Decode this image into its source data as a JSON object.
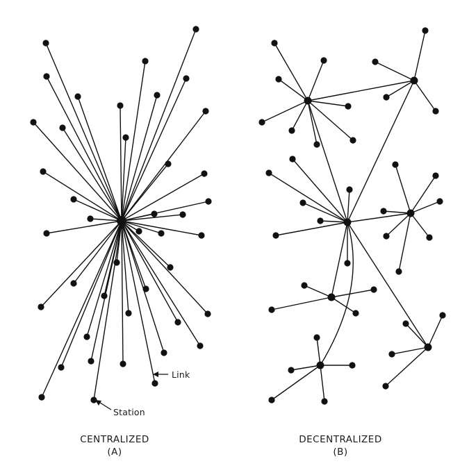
{
  "panels": [
    {
      "id": "A",
      "title": "CENTRALIZED",
      "letter": "(A)"
    },
    {
      "id": "B",
      "title": "DECENTRALIZED",
      "letter": "(B)"
    }
  ],
  "annotations": {
    "link": "Link",
    "station": "Station"
  },
  "colors": {
    "ink": "#111111",
    "background": "#ffffff"
  }
}
